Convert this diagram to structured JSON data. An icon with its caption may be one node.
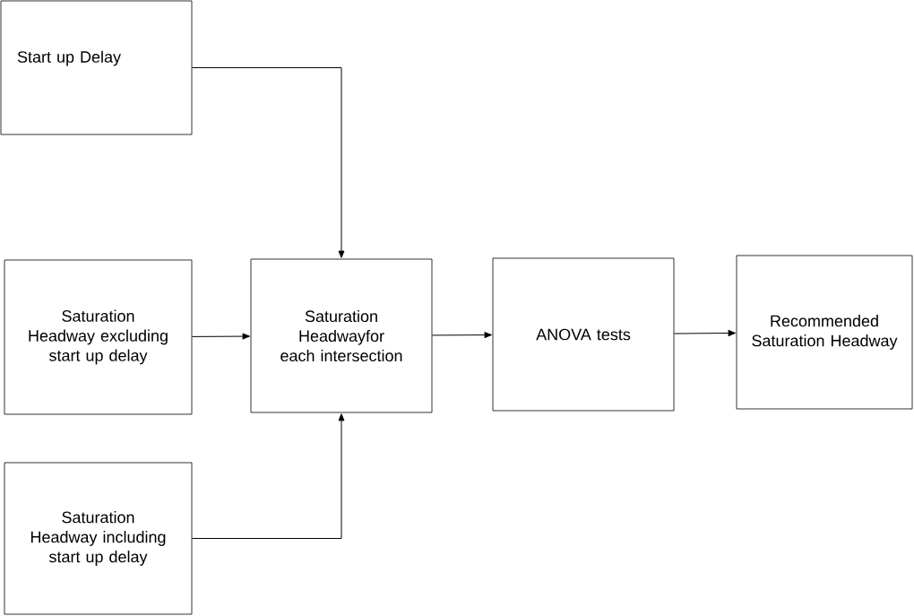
{
  "diagram": {
    "nodes": [
      {
        "text": [
          "Start up Delay"
        ]
      },
      {
        "text": [
          "Saturation Headway excluding start up delay"
        ]
      },
      {
        "text": [
          "Saturation Headwayfor each intersection"
        ]
      },
      {
        "text": [
          "ANOVA tests"
        ]
      },
      {
        "text": [
          "Recommended Saturation Headway"
        ]
      },
      {
        "text": [
          "Saturation Headway including start up delay"
        ]
      }
    ],
    "edges": [
      {
        "from": 0,
        "to": 2,
        "arrow": "to"
      },
      {
        "from": 1,
        "to": 2,
        "arrow": "to"
      },
      {
        "from": 5,
        "to": 2,
        "arrow": "to"
      },
      {
        "from": 2,
        "to": 3,
        "arrow": "to"
      },
      {
        "from": 3,
        "to": 4,
        "arrow": "to"
      }
    ]
  }
}
